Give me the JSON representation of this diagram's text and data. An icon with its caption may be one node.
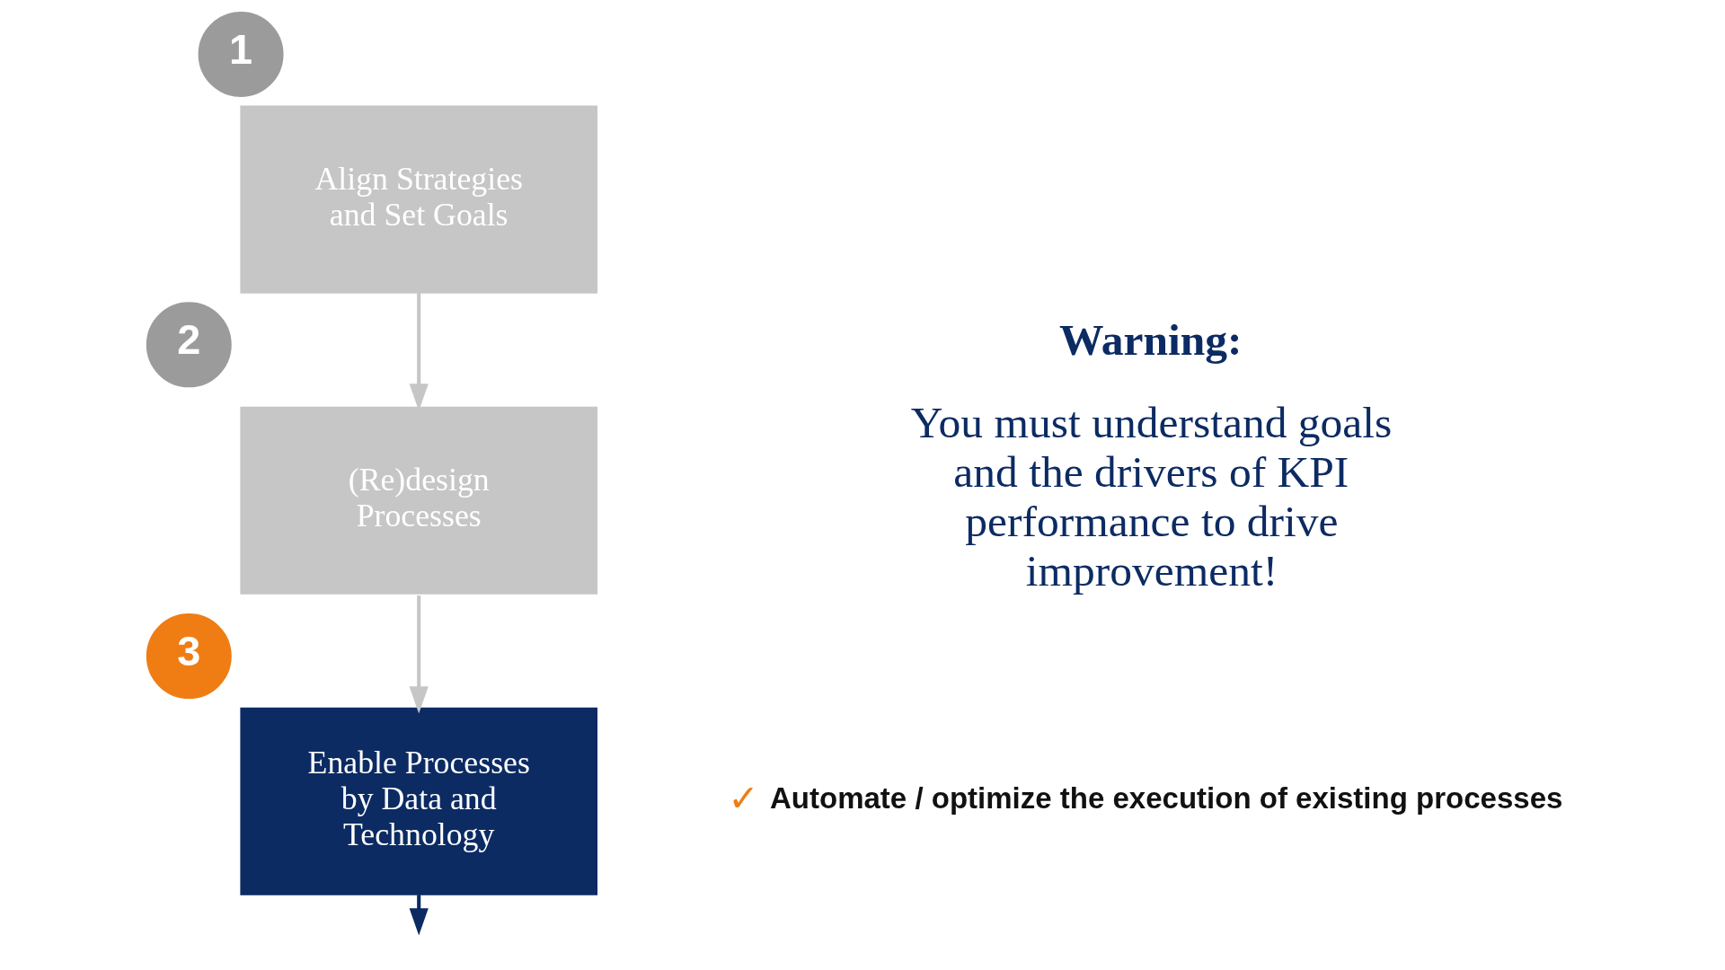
{
  "diagram": {
    "nodes": [
      {
        "text": [
          "1"
        ]
      },
      {
        "text": [
          "Align Strategies and Set Goals"
        ]
      },
      {
        "text": [
          "2"
        ]
      },
      {
        "text": [
          "(Re)design Processes"
        ]
      },
      {
        "text": [
          "3"
        ]
      },
      {
        "text": [
          "Enable Processes by Data and Technology"
        ]
      }
    ],
    "edges": [
      {
        "from": 1,
        "to": 3,
        "arrow": "to"
      },
      {
        "from": 3,
        "to": 5,
        "arrow": "to"
      },
      {
        "from": 5,
        "to": null,
        "arrow": "to",
        "color": "#0c2b63"
      }
    ],
    "labels": [
      "Warning:",
      "You must understand goals and the drivers of KPI performance to drive improvement!",
      "✓",
      "Automate / optimize the execution of existing processes"
    ]
  }
}
